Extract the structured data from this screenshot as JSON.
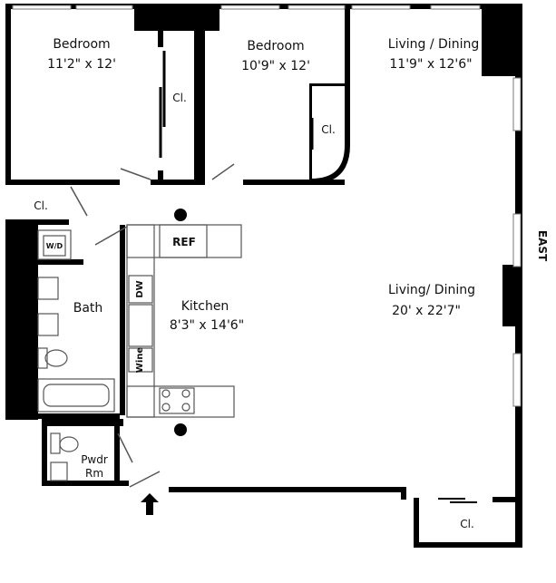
{
  "plan": {
    "orientation_label": "EAST",
    "rooms": [
      {
        "id": "bedroom-1",
        "name": "Bedroom",
        "size": "11'2\" x 12'"
      },
      {
        "id": "bedroom-2",
        "name": "Bedroom",
        "size": "10'9\" x 12'"
      },
      {
        "id": "living-dining-north",
        "name": "Living / Dining",
        "size": "11'9\" x 12'6\""
      },
      {
        "id": "living-dining-main",
        "name": "Living/ Dining",
        "size": "20' x 22'7\""
      },
      {
        "id": "kitchen",
        "name": "Kitchen",
        "size": "8'3\" x 14'6\""
      },
      {
        "id": "bath",
        "name": "Bath"
      },
      {
        "id": "powder-room",
        "name": "Pwdr Rm",
        "name_lines": [
          "Pwdr",
          "Rm"
        ]
      }
    ],
    "closets": [
      {
        "id": "closet-bedroom-1",
        "label": "Cl."
      },
      {
        "id": "closet-bedroom-2",
        "label": "Cl."
      },
      {
        "id": "closet-hall",
        "label": "Cl."
      },
      {
        "id": "closet-living",
        "label": "Cl."
      }
    ],
    "fixtures": {
      "refrigerator": "REF",
      "dishwasher": "DW",
      "wine": "Wine",
      "washer_dryer": "W/D"
    },
    "entry_marker": "entry-arrow",
    "colors": {
      "wall": "#000000",
      "background": "#ffffff",
      "fixture_line": "#555555"
    }
  }
}
